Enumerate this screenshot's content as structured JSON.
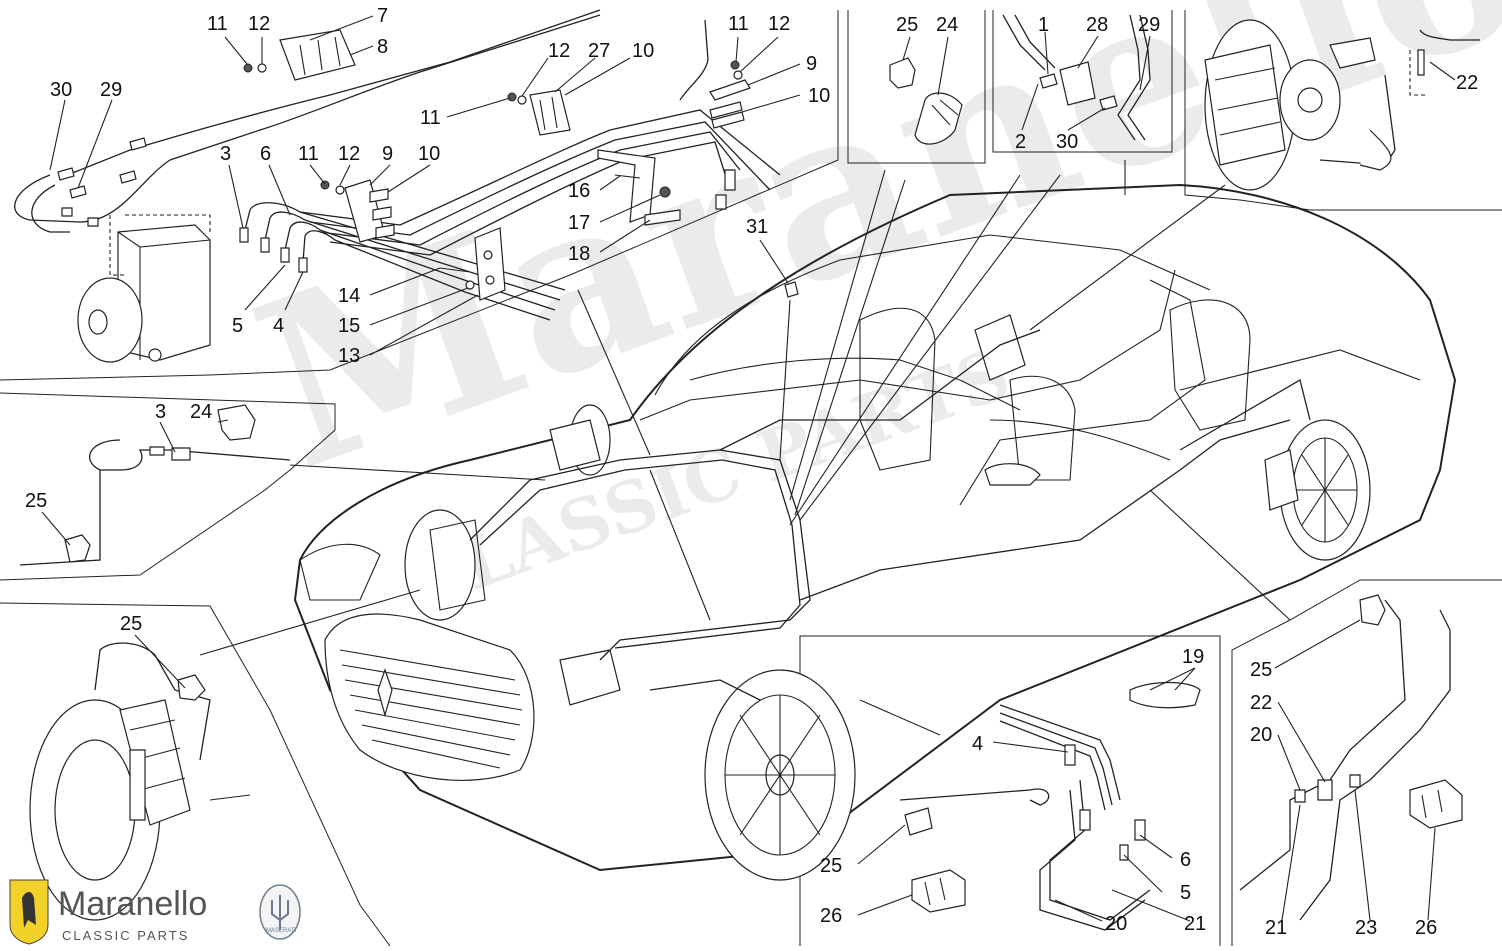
{
  "callouts": [
    {
      "id": "c11a",
      "text": "11"
    },
    {
      "id": "c12a",
      "text": "12"
    },
    {
      "id": "c7",
      "text": "7"
    },
    {
      "id": "c8",
      "text": "8"
    },
    {
      "id": "c30a",
      "text": "30"
    },
    {
      "id": "c29a",
      "text": "29"
    },
    {
      "id": "c3a",
      "text": "3"
    },
    {
      "id": "c6a",
      "text": "6"
    },
    {
      "id": "c11b",
      "text": "11"
    },
    {
      "id": "c12b",
      "text": "12"
    },
    {
      "id": "c9a",
      "text": "9"
    },
    {
      "id": "c10a",
      "text": "10"
    },
    {
      "id": "c5a",
      "text": "5"
    },
    {
      "id": "c4a",
      "text": "4"
    },
    {
      "id": "c14",
      "text": "14"
    },
    {
      "id": "c15",
      "text": "15"
    },
    {
      "id": "c13",
      "text": "13"
    },
    {
      "id": "c12c",
      "text": "12"
    },
    {
      "id": "c27",
      "text": "27"
    },
    {
      "id": "c10b",
      "text": "10"
    },
    {
      "id": "c11c",
      "text": "11"
    },
    {
      "id": "c16",
      "text": "16"
    },
    {
      "id": "c17",
      "text": "17"
    },
    {
      "id": "c18",
      "text": "18"
    },
    {
      "id": "c11d",
      "text": "11"
    },
    {
      "id": "c12d",
      "text": "12"
    },
    {
      "id": "c9b",
      "text": "9"
    },
    {
      "id": "c10c",
      "text": "10"
    },
    {
      "id": "c31",
      "text": "31"
    },
    {
      "id": "c25a",
      "text": "25"
    },
    {
      "id": "c24a",
      "text": "24"
    },
    {
      "id": "c1",
      "text": "1"
    },
    {
      "id": "c28",
      "text": "28"
    },
    {
      "id": "c29b",
      "text": "29"
    },
    {
      "id": "c2",
      "text": "2"
    },
    {
      "id": "c30b",
      "text": "30"
    },
    {
      "id": "c22a",
      "text": "22"
    },
    {
      "id": "c3b",
      "text": "3"
    },
    {
      "id": "c24b",
      "text": "24"
    },
    {
      "id": "c25b",
      "text": "25"
    },
    {
      "id": "c25c",
      "text": "25"
    },
    {
      "id": "c19",
      "text": "19"
    },
    {
      "id": "c4b",
      "text": "4"
    },
    {
      "id": "c6b",
      "text": "6"
    },
    {
      "id": "c5b",
      "text": "5"
    },
    {
      "id": "c25d",
      "text": "25"
    },
    {
      "id": "c26a",
      "text": "26"
    },
    {
      "id": "c20a",
      "text": "20"
    },
    {
      "id": "c21a",
      "text": "21"
    },
    {
      "id": "c25e",
      "text": "25"
    },
    {
      "id": "c22b",
      "text": "22"
    },
    {
      "id": "c20b",
      "text": "20"
    },
    {
      "id": "c21b",
      "text": "21"
    },
    {
      "id": "c23",
      "text": "23"
    },
    {
      "id": "c26b",
      "text": "26"
    }
  ],
  "branding": {
    "name": "Maranello",
    "subtitle": "CLASSIC PARTS",
    "watermark": "Maranello",
    "watermark_sub": "CLASSIC PARTS",
    "logo_ferrari": "ferrari-shield-logo",
    "logo_maserati": "maserati-trident-logo",
    "logo_maserati_text": "MASERATI"
  },
  "colors": {
    "ink": "#222222",
    "background": "#ffffff",
    "watermark": "#b9b9b9",
    "ferrari_yellow": "#f2d12a"
  }
}
